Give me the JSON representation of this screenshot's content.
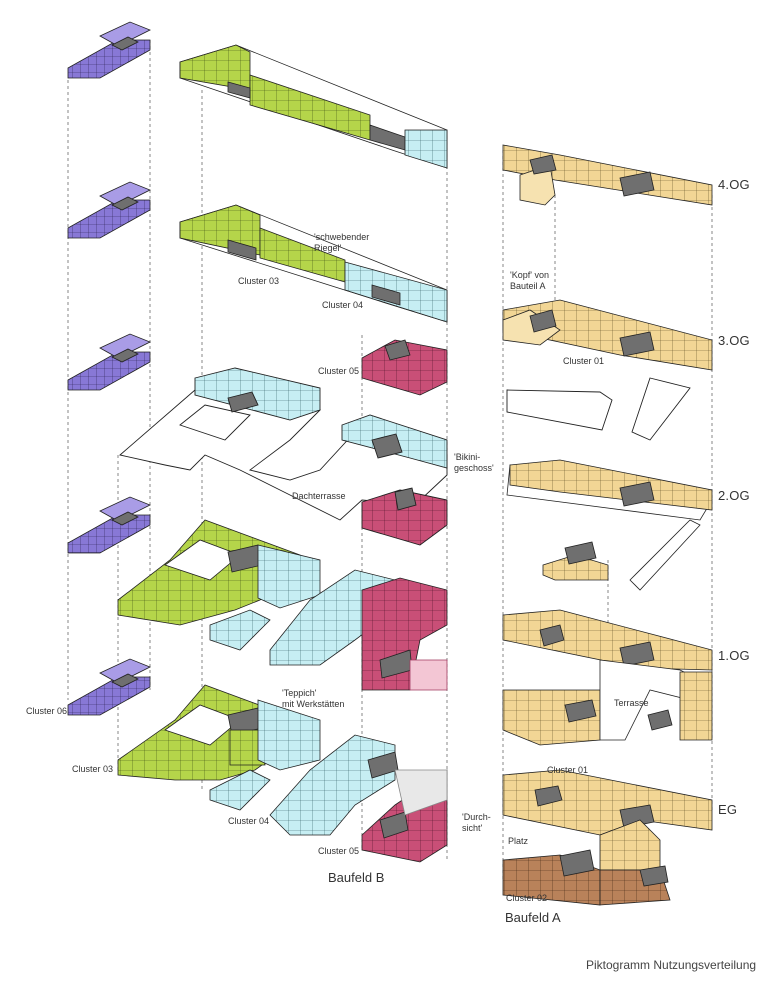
{
  "colors": {
    "purple": "#8878d6",
    "green": "#b5d54a",
    "cyan": "#c6eef3",
    "magenta": "#c94f77",
    "beige": "#f2d695",
    "brown": "#b9825a",
    "grey": "#6f6f6f",
    "line": "#222222"
  },
  "labels": {
    "schwebender_riegel": "'schwebender\nRiegel'",
    "cluster_03_upper": "Cluster 03",
    "cluster_04_upper": "Cluster 04",
    "cluster_05_upper": "Cluster 05",
    "bikinigeschoss": "'Bikini-\ngeschoss'",
    "dachterrasse": "Dachterrasse",
    "teppich": "'Teppich'\nmit Werkstätten",
    "cluster_06": "Cluster 06",
    "cluster_03_lower": "Cluster 03",
    "cluster_04_lower": "Cluster 04",
    "cluster_05_lower": "Cluster 05",
    "durchsicht": "'Durch-\nsicht'",
    "baufeld_b": "Baufeld  B",
    "kopf": "'Kopf' von\nBauteil A",
    "cluster_01_upper": "Cluster 01",
    "terrasse": "Terrasse",
    "cluster_01_lower": "Cluster 01",
    "platz": "Platz",
    "cluster_02": "Cluster 02",
    "baufeld_a": "Baufeld  A"
  },
  "floors": [
    "4.OG",
    "3.OG",
    "2.OG",
    "1.OG",
    "EG"
  ],
  "caption": "Piktogramm Nutzungsverteilung"
}
